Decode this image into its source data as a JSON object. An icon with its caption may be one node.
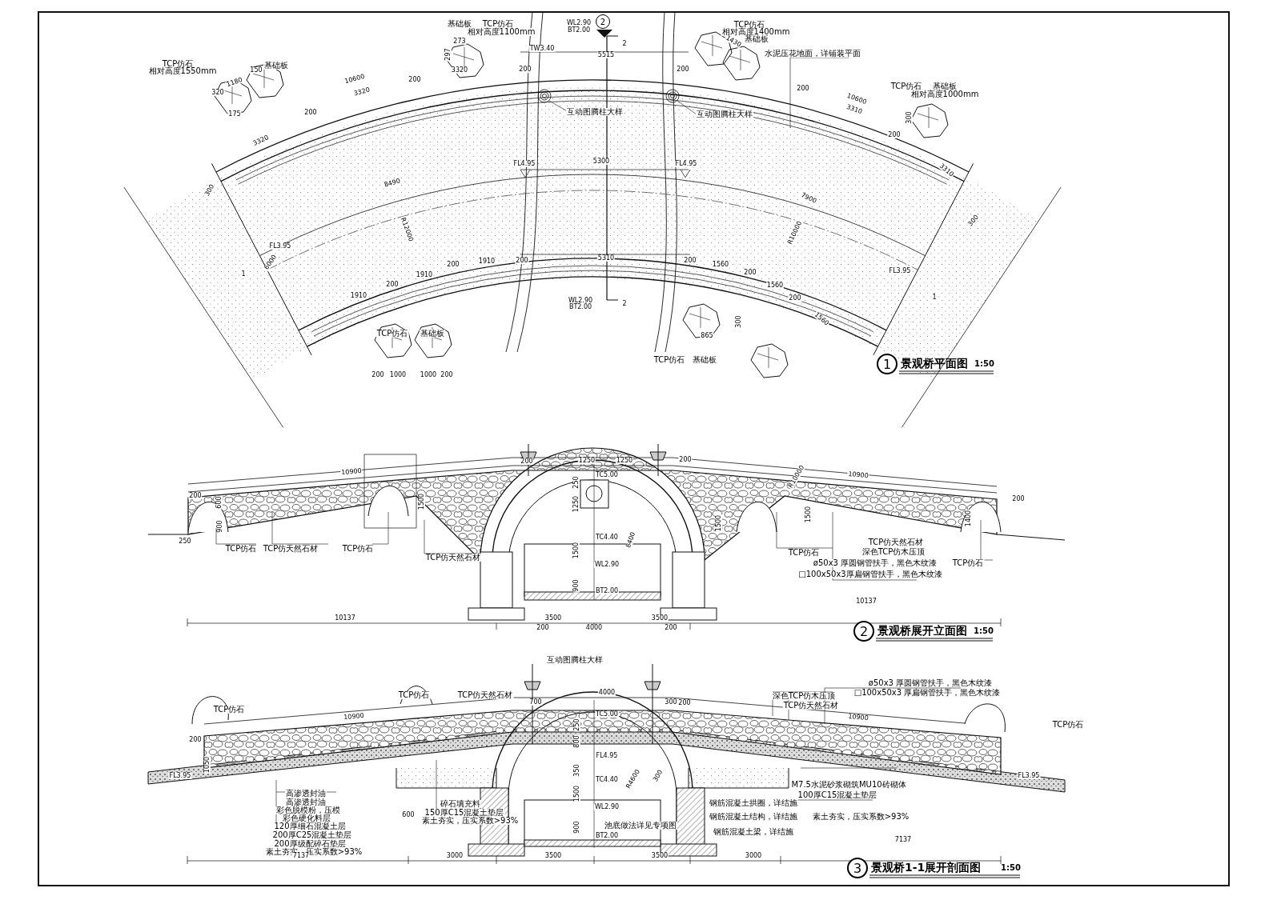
{
  "diagram": {
    "nodes": [
      {
        "text": [
          "1"
        ],
        "beside": [
          "景观桥平面图",
          "1:50"
        ]
      },
      {
        "text": [
          "2"
        ],
        "beside": [
          "景观桥展开立面图",
          "1:50"
        ]
      },
      {
        "text": [
          "3"
        ],
        "beside": [
          "景观桥1-1展开剖面图",
          "1:50"
        ]
      },
      {
        "text": [
          "2"
        ]
      }
    ],
    "labels": [
      "TCP仿石",
      "相对高度1550mm",
      "基础板",
      "1180",
      "150",
      "320",
      "175",
      "基础板",
      "TCP仿石",
      "相对高度1100mm",
      "273",
      "297",
      "3320",
      "WL2.90",
      "BT2.00",
      "2",
      "TW3.40",
      "5515",
      "200",
      "10600",
      "3320",
      "200",
      "200",
      "3320",
      "TCP仿石",
      "相对高度1400mm",
      "基础板",
      "1430",
      "水泥压花地面，详铺装平面",
      "200",
      "互动图腾柱大样",
      "互动图腾柱大样",
      "200",
      "10600",
      "3310",
      "TCP仿石",
      "基础板",
      "相对高度1000mm",
      "300",
      "200",
      "3310",
      "5300",
      "FL4.95",
      "FL4.95",
      "8490",
      "R12000",
      "7900",
      "R10000",
      "300",
      "6000",
      "1",
      "FL3.95",
      "FL3.95",
      "300",
      "200",
      "1910",
      "200",
      "5310",
      "200",
      "1560",
      "200",
      "200",
      "1910",
      "1560",
      "1910",
      "WL2.90",
      "2",
      "200",
      "1",
      "BT2.00",
      "300",
      "1560",
      "TCP仿石",
      "基础板",
      "865",
      "TCP仿石",
      "基础板",
      "200",
      "1000",
      "1000",
      "200",
      "10900",
      "200",
      "600",
      "900",
      "250",
      "1500",
      "200",
      "1250",
      "1250",
      "200",
      "TC5.00",
      "250",
      "1250",
      "TC4.40",
      "8400",
      "1500",
      "WL2.90",
      "900",
      "BT2.00",
      "TCP仿石",
      "TCP仿天然石材",
      "TCP仿石",
      "TCP仿天然石材",
      "R10000",
      "10900",
      "1500",
      "1500",
      "1400",
      "200",
      "TCP仿石",
      "TCP仿天然石材",
      "深色TCP仿木压顶",
      "ø50x3 厚圆钢管扶手，黑色木纹漆",
      "□100x50x3厚扁钢管扶手，黑色木纹漆",
      "TCP仿石",
      "10137",
      "200",
      "4000",
      "200",
      "3500",
      "3500",
      "10137",
      "互动图腾柱大样",
      "TCP仿石",
      "TCP仿石",
      "TCP仿天然石材",
      "10900",
      "700",
      "4000",
      "300",
      "TC5.00",
      "200",
      "1050",
      "FL3.95",
      "250",
      "800",
      "FL4.95",
      "350",
      "TC4.40",
      "R4600",
      "300",
      "1500",
      "WL2.90",
      "900",
      "BT2.00",
      "高渗透封油",
      "高渗透封油",
      "彩色脱模粉，压模",
      "彩色硬化料层",
      "120厚细石混凝土层",
      "200厚C25混凝土垫层",
      "200厚级配碎石垫层",
      "素土夯实，压实系数>93%",
      "碎石填充料",
      "150厚C15混凝土垫层",
      "素土夯实，压实系数>93%",
      "600",
      "池底做法详见专项图",
      "7137",
      "3000",
      "3500",
      "3500",
      "ø50x3 厚圆钢管扶手，黑色木纹漆",
      "□100x50x3 厚扁钢管扶手，黑色木纹漆",
      "深色TCP仿木压顶",
      "TCP仿天然石材",
      "10900",
      "200",
      "TCP仿石",
      "FL3.95",
      "M7.5水泥砂浆砌筑MU10砖砌体",
      "100厚C15混凝土垫层",
      "钢筋混凝土拱圈，详结施",
      "钢筋混凝土结构，详结施",
      "素土夯实，压实系数>93%",
      "钢筋混凝土梁，详结施",
      "7137",
      "3000"
    ]
  }
}
